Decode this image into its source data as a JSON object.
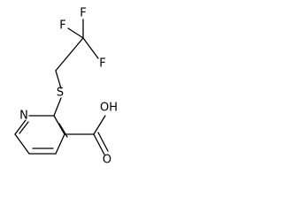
{
  "structure": {
    "atoms": {
      "f_top": "F",
      "f_left": "F",
      "f_right": "F",
      "sulfur": "S",
      "nitrogen": "N",
      "hydroxyl": "OH",
      "carbonyl_oxygen": "O"
    }
  },
  "colors": {
    "bond": "#000000",
    "label": "#000000",
    "background": "#ffffff"
  }
}
